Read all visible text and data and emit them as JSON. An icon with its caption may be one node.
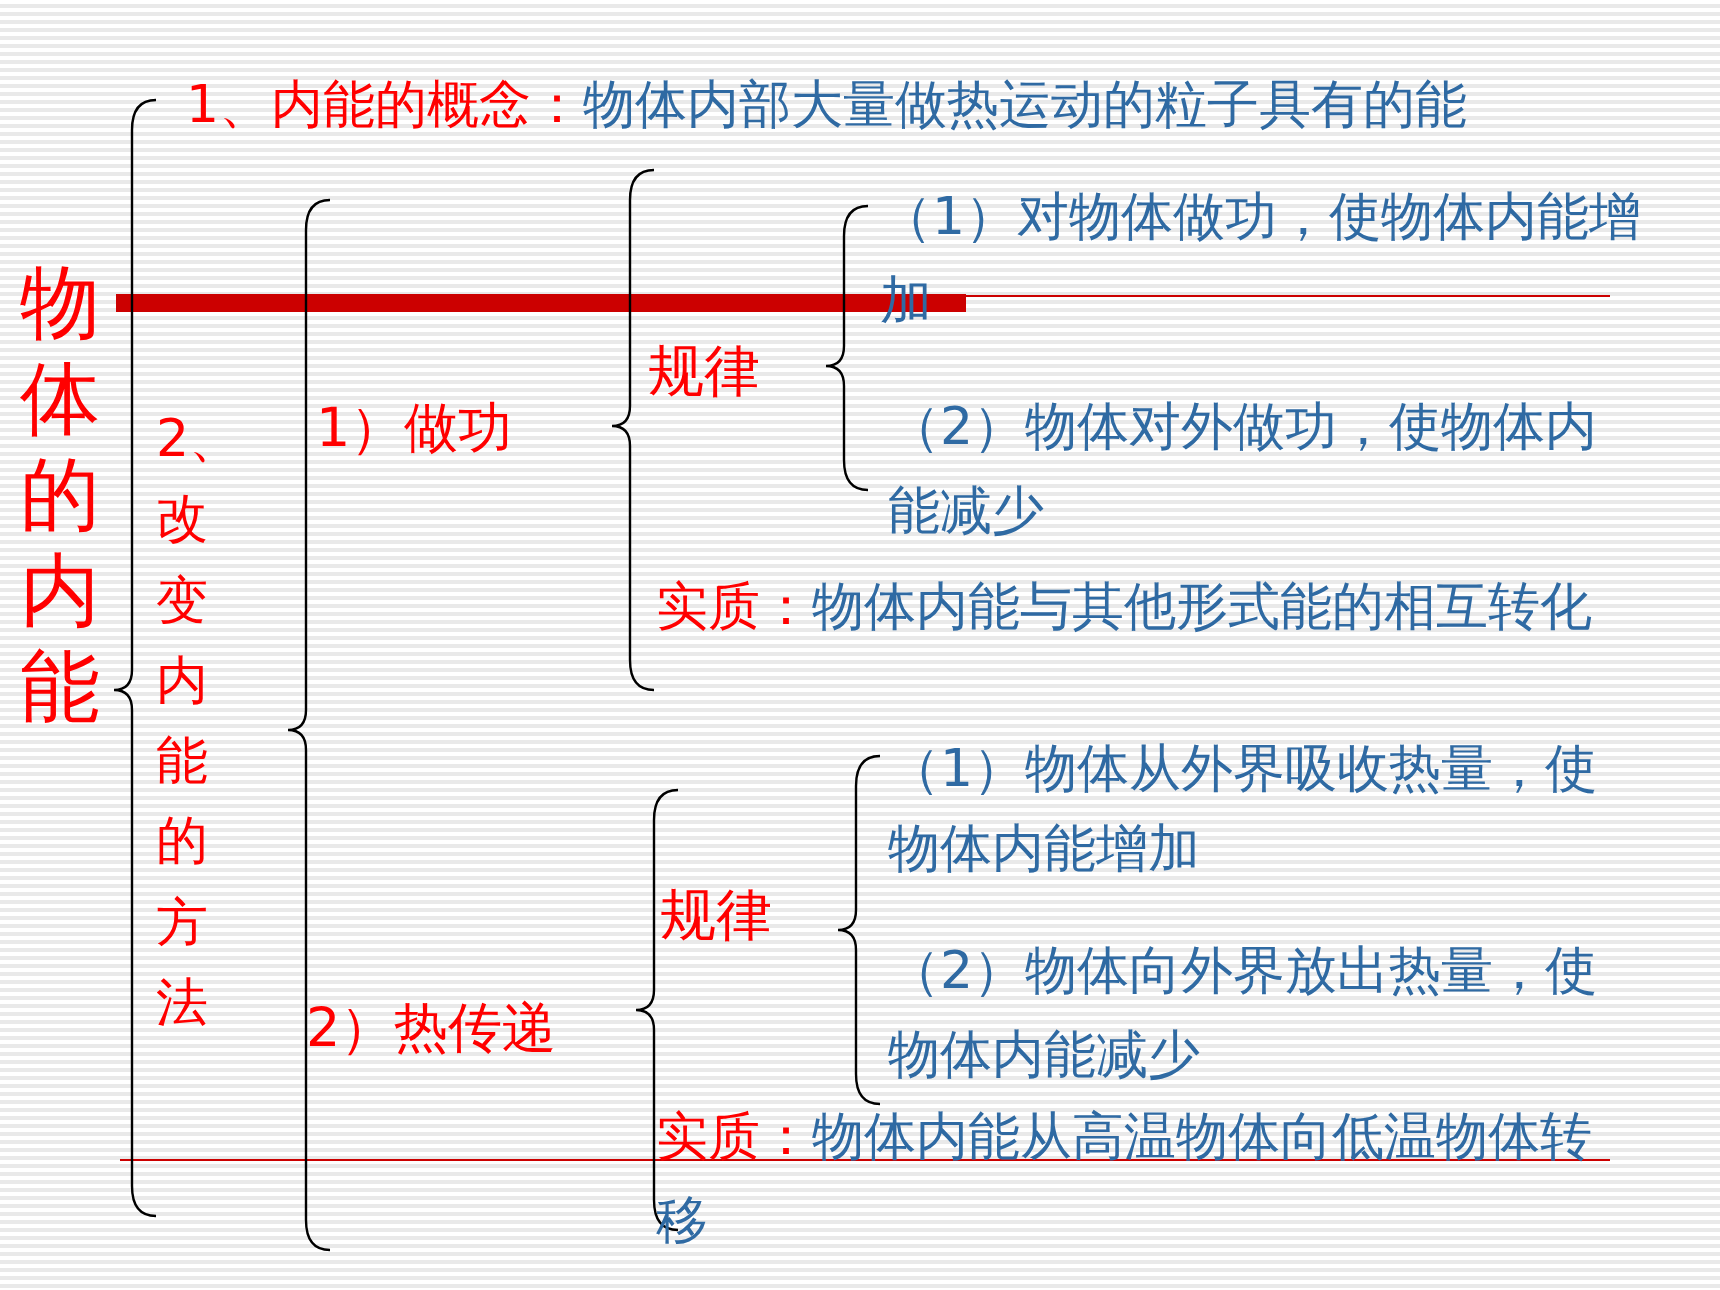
{
  "diagram": {
    "labels": [
      "1、内能的概念：",
      "物体内部大量做热运动的粒子具有的能",
      "物体的内能",
      "2、改变内能的方法",
      "1）做功",
      "规律",
      "（1）对物体做功，使物体内能增加",
      "（2）物体对外做功，使物体内能减少",
      "实质：",
      "物体内能与其他形式能的相互转化",
      "（1）物体从外界吸收热量，使物体内能增加",
      "规律",
      "（2）物体向外界放出热量，使物体内能减少",
      "2）热传递",
      "实质：",
      "物体内能从高温物体向低温物体转移"
    ]
  }
}
